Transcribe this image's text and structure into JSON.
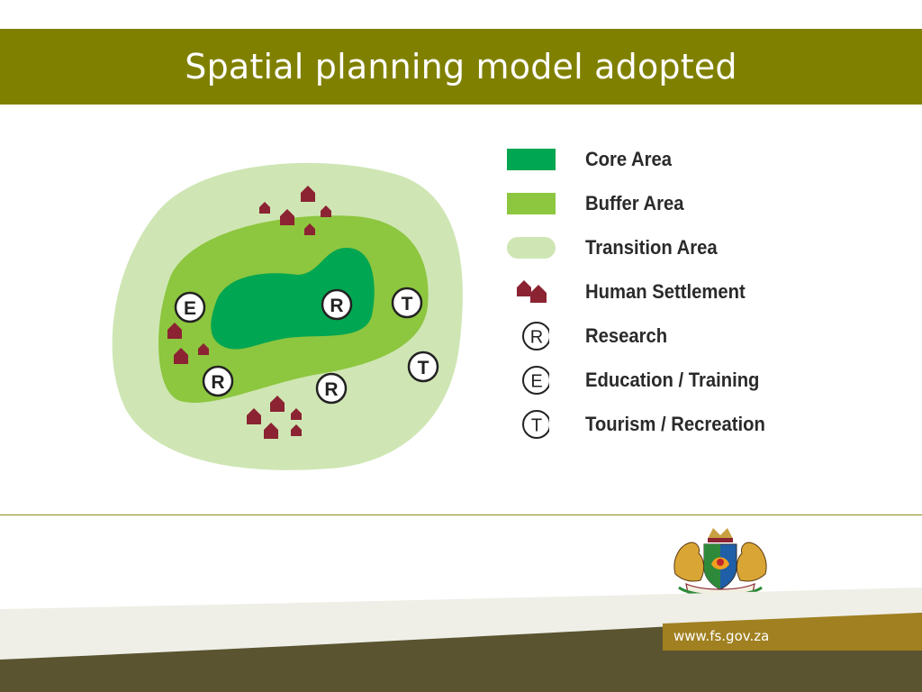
{
  "slide": {
    "title": "Spatial planning model adopted",
    "website": "www.fs.gov.za"
  },
  "legend": [
    {
      "symbol": "core-swatch",
      "label": "Core Area",
      "color": "#00a651"
    },
    {
      "symbol": "buffer-swatch",
      "label": "Buffer Area",
      "color": "#8dc63f"
    },
    {
      "symbol": "transition-swatch",
      "label": "Transition Area",
      "color": "#cfe6b4"
    },
    {
      "symbol": "house-icon",
      "label": "Human Settlement",
      "color": "#8b2332"
    },
    {
      "symbol": "circle-r-icon",
      "label": "Research",
      "letter": "R"
    },
    {
      "symbol": "circle-e-icon",
      "label": "Education / Training",
      "letter": "E"
    },
    {
      "symbol": "circle-t-icon",
      "label": "Tourism / Recreation",
      "letter": "T"
    }
  ],
  "map_markers": {
    "research": "R",
    "education": "E",
    "tourism": "T"
  },
  "colors": {
    "title_bar": "#808000",
    "core": "#00a651",
    "buffer": "#8dc63f",
    "transition": "#cfe6b4",
    "settlement": "#8b2332",
    "footer_dark": "#5a5430",
    "footer_gold": "#a08020"
  }
}
